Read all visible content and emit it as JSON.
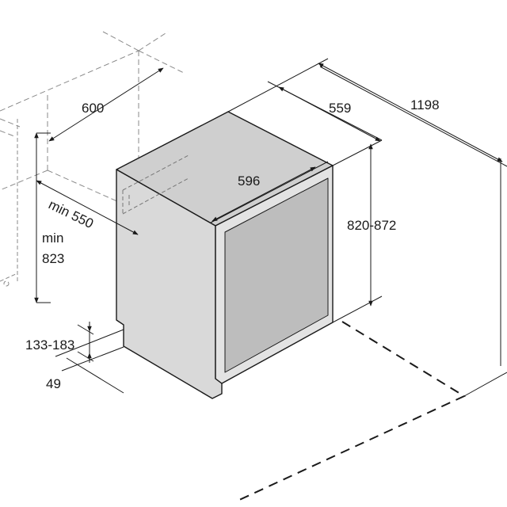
{
  "diagram": {
    "dimensions": {
      "depth_with_door_open": "1198",
      "cabinet_depth": "559",
      "cabinet_width": "596",
      "cabinet_height": "820-872",
      "niche_width": "600",
      "niche_depth": "min 550",
      "niche_height_line1": "min",
      "niche_height_line2": "823",
      "plinth_height": "133-183",
      "plinth_depth": "49"
    },
    "colors": {
      "body_fill": "#d9d9d9",
      "top_fill": "#cfcfcf",
      "door_panel": "#bdbdbd",
      "door_frame": "#e3e3e3",
      "line": "#1a1a1a",
      "niche_line": "#8a8a8a"
    }
  }
}
